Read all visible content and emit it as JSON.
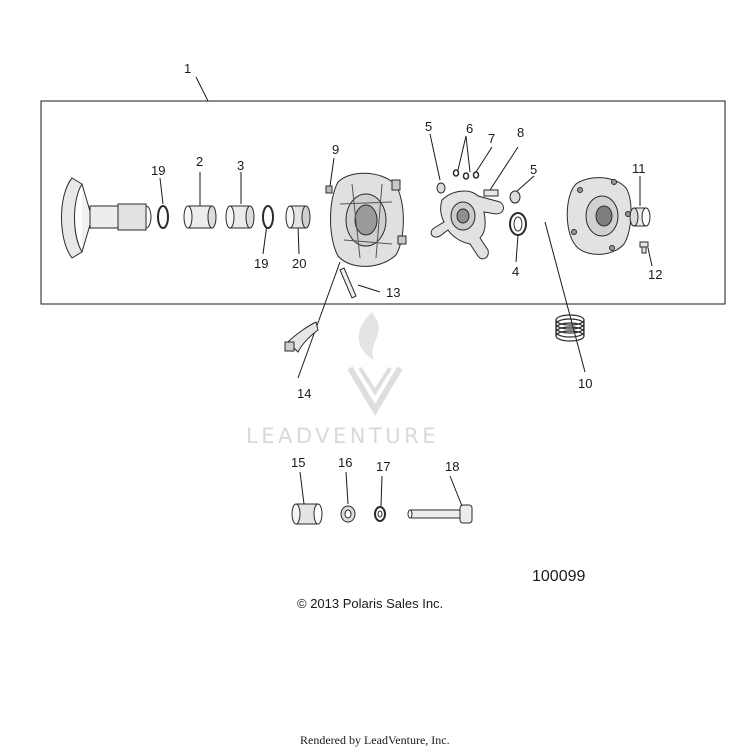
{
  "callouts": {
    "c1": "1",
    "c2": "2",
    "c3": "3",
    "c4": "4",
    "c5a": "5",
    "c5b": "5",
    "c6": "6",
    "c7": "7",
    "c8": "8",
    "c9": "9",
    "c10": "10",
    "c11": "11",
    "c12": "12",
    "c13": "13",
    "c14": "14",
    "c15": "15",
    "c16": "16",
    "c17": "17",
    "c18": "18",
    "c19a": "19",
    "c19b": "19",
    "c20": "20"
  },
  "document_number": "100099",
  "copyright": "© 2013 Polaris Sales Inc.",
  "watermark": "LEADVENTURE",
  "footer": "Rendered by LeadVenture, Inc.",
  "colors": {
    "line": "#1a1a1a",
    "part_fill": "#e6e6e6",
    "watermark": "#d9d9d9"
  }
}
